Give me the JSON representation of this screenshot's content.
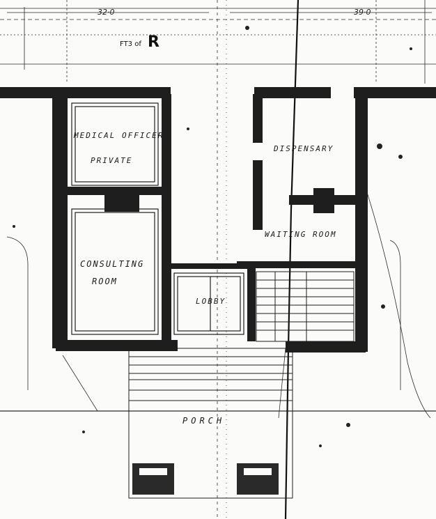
{
  "annotations": {
    "ref_small": "FT3 of",
    "ref_large": "R",
    "dim_left": "32·0",
    "dim_right": "39·0"
  },
  "rooms": {
    "medical_officer_line1": "MEDICAL  OFFICER",
    "medical_officer_line2": "PRIVATE",
    "consulting_line1": "CONSULTING",
    "consulting_line2": "ROOM",
    "lobby": "LOBBY",
    "dispensary": "DISPENSARY",
    "waiting_room": "WAITING  ROOM",
    "porch": "PORCH"
  },
  "colors": {
    "ink": "#1a1a1a",
    "paper": "#fbfbf9"
  }
}
